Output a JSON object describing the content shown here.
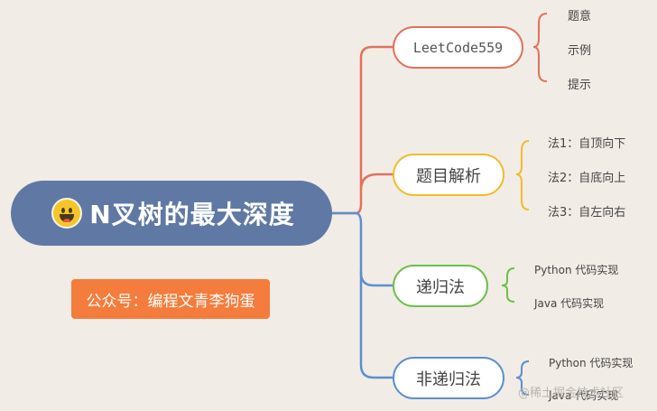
{
  "root": {
    "title": "N叉树的最大深度",
    "icon": "grinning-face-emoji"
  },
  "tag": {
    "label": "公众号：编程文青李狗蛋"
  },
  "branches": [
    {
      "label": "LeetCode559",
      "color": "#e1715c",
      "children": [
        "题意",
        "示例",
        "提示"
      ]
    },
    {
      "label": "题目解析",
      "color": "#f0bd2a",
      "children": [
        "法1：自顶向下",
        "法2：自底向上",
        "法3：自左向右"
      ]
    },
    {
      "label": "递归法",
      "color": "#6cc04a",
      "children": [
        "Python 代码实现",
        "Java 代码实现"
      ]
    },
    {
      "label": "非递归法",
      "color": "#5b8fd0",
      "children": [
        "Python 代码实现",
        "Java 代码实现"
      ]
    }
  ],
  "watermark": "@稀土掘金技术社区"
}
